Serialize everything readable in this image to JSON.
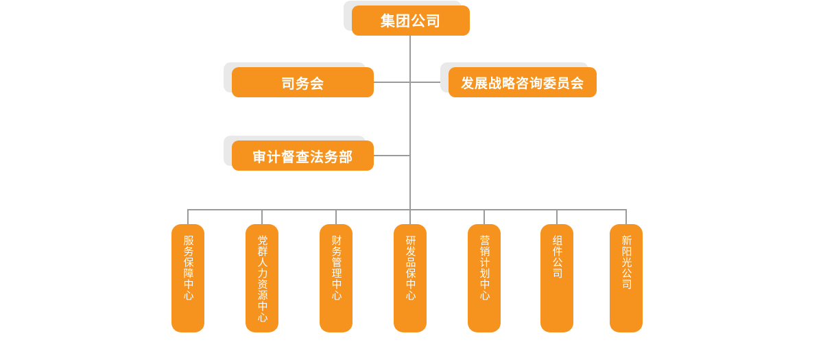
{
  "org_chart": {
    "type": "org-chart",
    "root": {
      "label": "集团公司"
    },
    "level2": [
      {
        "label": "司务会"
      },
      {
        "label": "发展战略咨询委员会"
      }
    ],
    "level3": [
      {
        "label": "审计督查法务部"
      }
    ],
    "departments": [
      {
        "label": "服务保障中心"
      },
      {
        "label": "党群人力资源中心"
      },
      {
        "label": "财务管理中心"
      },
      {
        "label": "研发品保中心"
      },
      {
        "label": "营销计划中心"
      },
      {
        "label": "组件公司"
      },
      {
        "label": "新阳光公司"
      }
    ],
    "colors": {
      "box_orange": "#f6921e",
      "box_shadow_gray": "#e9e9e9",
      "connector_gray": "#9a9a9a",
      "text_white": "#ffffff",
      "background": "#ffffff"
    }
  }
}
